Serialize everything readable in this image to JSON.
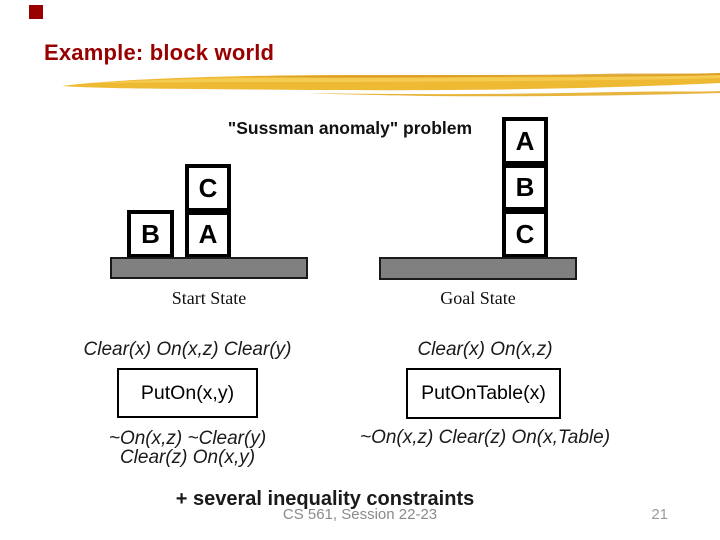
{
  "slide": {
    "title": "Example: block world",
    "colors": {
      "accent_red": "#990000",
      "brush_yellow": "#EEB933",
      "brush_yellow_light": "#F6CE58",
      "brush_yellow_dark": "#D79A1E",
      "table_gray": "#808080",
      "footer_gray": "#8a8a8a"
    },
    "diagram": {
      "heading": "\"Sussman anomaly\" problem",
      "start_state": {
        "label": "Start State",
        "blocks": [
          {
            "letter": "C"
          },
          {
            "letter": "A"
          },
          {
            "letter": "B"
          }
        ]
      },
      "goal_state": {
        "label": "Goal State",
        "blocks": [
          {
            "letter": "A"
          },
          {
            "letter": "B"
          },
          {
            "letter": "C"
          }
        ]
      }
    },
    "operators": {
      "puton": {
        "preconditions": "Clear(x) On(x,z) Clear(y)",
        "action": "PutOn(x,y)",
        "effects": [
          "~On(x,z) ~Clear(y)",
          "Clear(z) On(x,y)"
        ]
      },
      "putontable": {
        "preconditions": "Clear(x) On(x,z)",
        "action": "PutOnTable(x)",
        "effects": [
          "~On(x,z) Clear(z) On(x,Table)"
        ]
      }
    },
    "note": "+ several inequality constraints",
    "footer": {
      "course": "CS 561,  Session 22-23",
      "page": "21"
    }
  }
}
